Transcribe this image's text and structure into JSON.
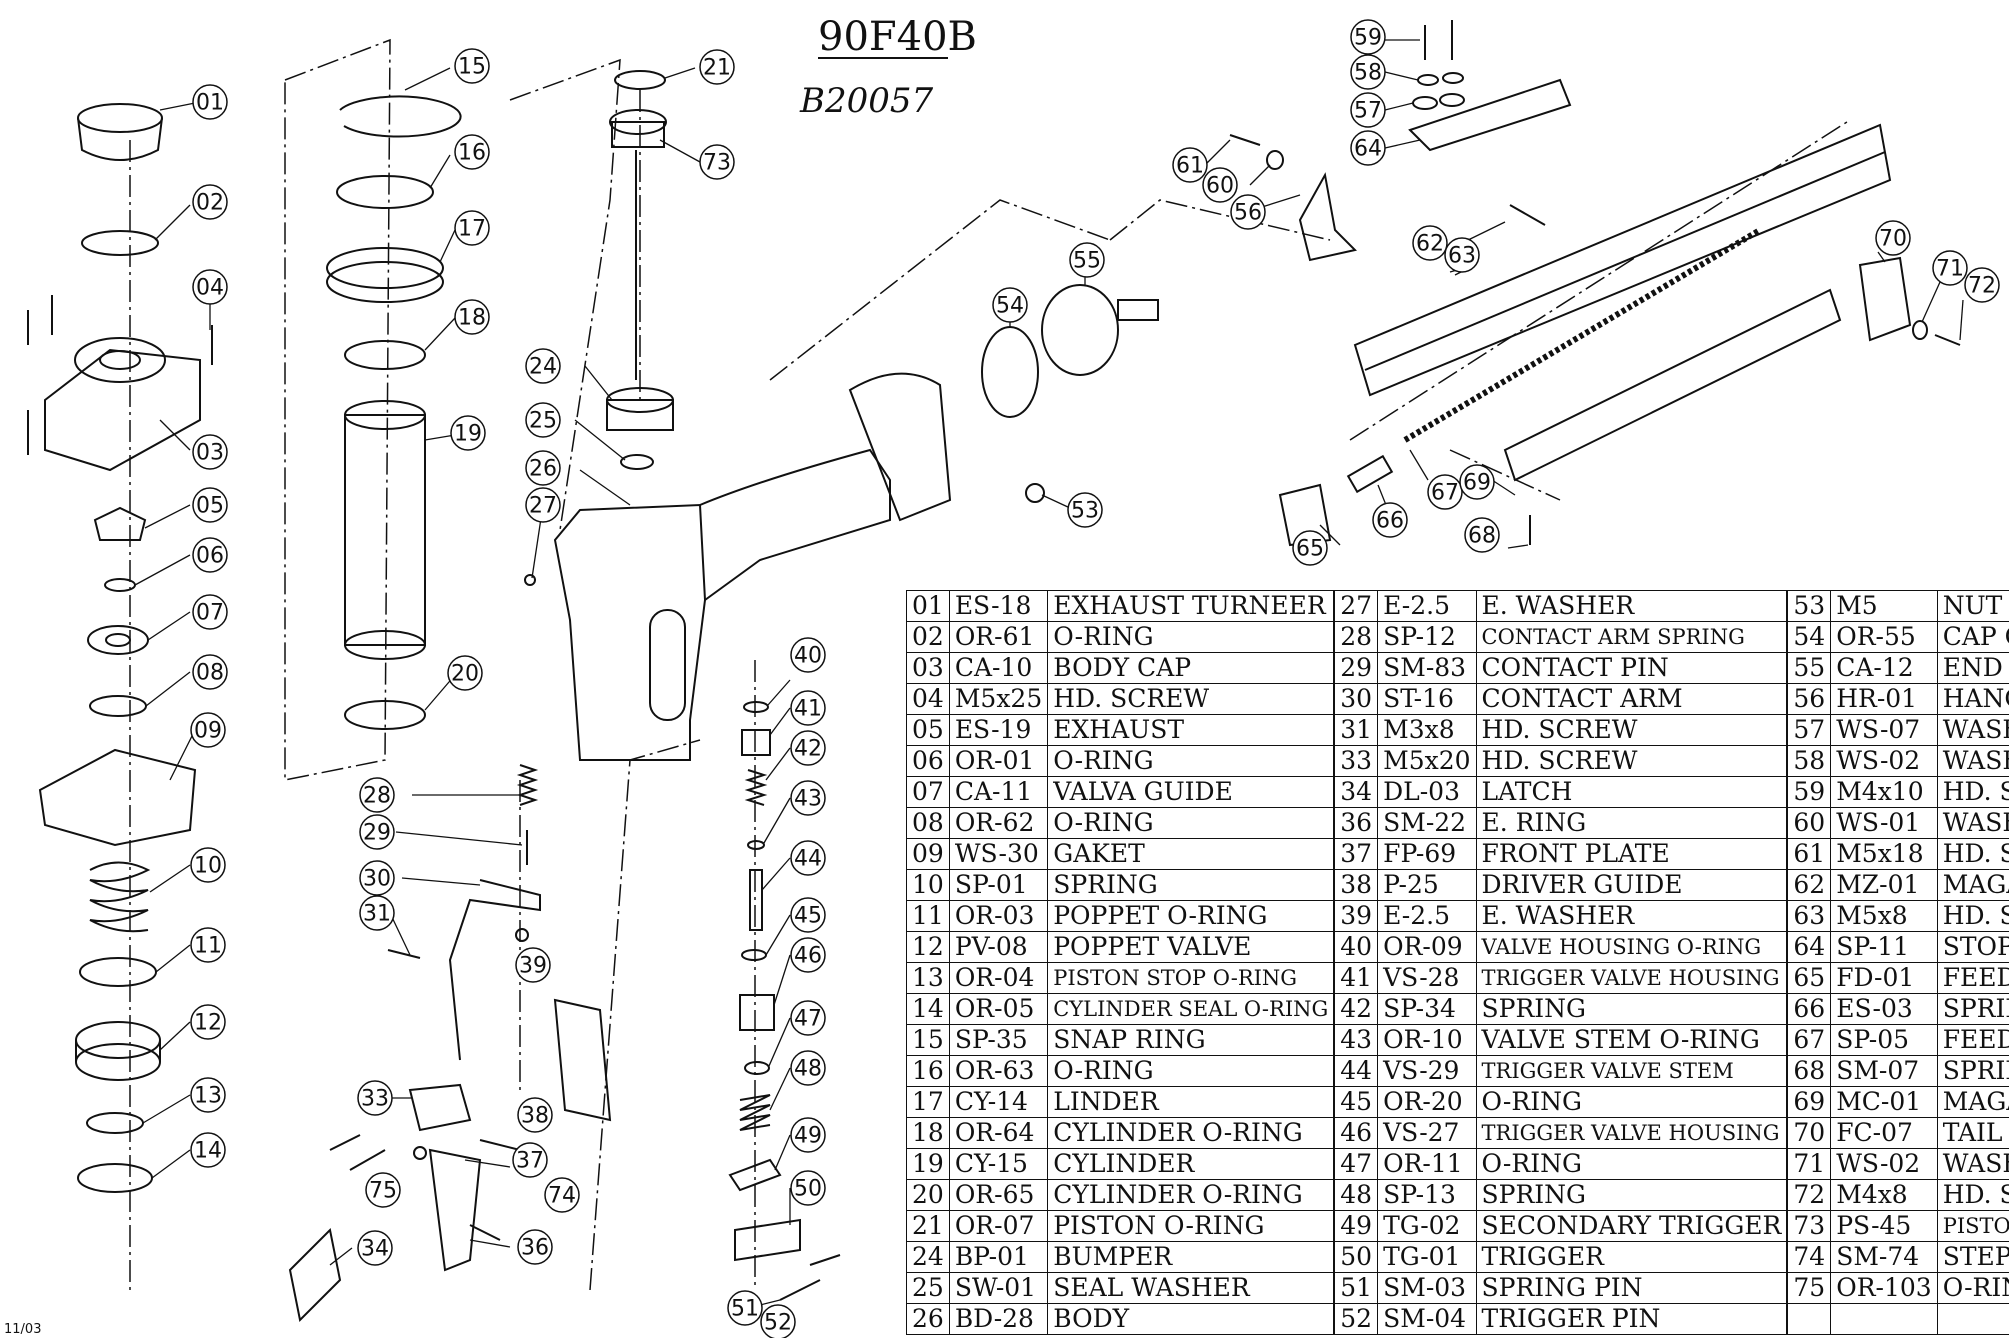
{
  "title": "90F40B",
  "handwritten_note": "B20057",
  "footer_date": "11/03",
  "callouts": [
    "01",
    "02",
    "03",
    "04",
    "05",
    "06",
    "07",
    "08",
    "09",
    "10",
    "11",
    "12",
    "13",
    "14",
    "15",
    "16",
    "17",
    "18",
    "19",
    "20",
    "21",
    "24",
    "25",
    "26",
    "27",
    "28",
    "29",
    "30",
    "31",
    "33",
    "34",
    "36",
    "37",
    "38",
    "39",
    "40",
    "41",
    "42",
    "43",
    "44",
    "45",
    "46",
    "47",
    "48",
    "49",
    "50",
    "51",
    "52",
    "53",
    "54",
    "55",
    "56",
    "57",
    "58",
    "59",
    "60",
    "61",
    "62",
    "63",
    "64",
    "65",
    "66",
    "67",
    "68",
    "69",
    "70",
    "71",
    "72",
    "73",
    "74",
    "75"
  ],
  "parts_table": {
    "rows": [
      [
        {
          "no": "01",
          "code": "ES-18",
          "name": "EXHAUST TURNEER"
        },
        {
          "no": "27",
          "code": "E-2.5",
          "name": "E. WASHER"
        },
        {
          "no": "53",
          "code": "M5",
          "name": "NUT"
        }
      ],
      [
        {
          "no": "02",
          "code": "OR-61",
          "name": "O-RING"
        },
        {
          "no": "28",
          "code": "SP-12",
          "name": "CONTACT ARM SPRING"
        },
        {
          "no": "54",
          "code": "OR-55",
          "name": "CAP O-RING"
        }
      ],
      [
        {
          "no": "03",
          "code": "CA-10",
          "name": "BODY CAP"
        },
        {
          "no": "29",
          "code": "SM-83",
          "name": "CONTACT PIN"
        },
        {
          "no": "55",
          "code": "CA-12",
          "name": "END CAP"
        }
      ],
      [
        {
          "no": "04",
          "code": "M5x25",
          "name": "HD. SCREW"
        },
        {
          "no": "30",
          "code": "ST-16",
          "name": "CONTACT ARM"
        },
        {
          "no": "56",
          "code": "HR-01",
          "name": "HANGER"
        }
      ],
      [
        {
          "no": "05",
          "code": "ES-19",
          "name": "EXHAUST"
        },
        {
          "no": "31",
          "code": "M3x8",
          "name": "HD. SCREW"
        },
        {
          "no": "57",
          "code": "WS-07",
          "name": "WASHER"
        }
      ],
      [
        {
          "no": "06",
          "code": "OR-01",
          "name": "O-RING"
        },
        {
          "no": "33",
          "code": "M5x20",
          "name": "HD. SCREW"
        },
        {
          "no": "58",
          "code": "WS-02",
          "name": "WASHER"
        }
      ],
      [
        {
          "no": "07",
          "code": "CA-11",
          "name": "VALVA GUIDE"
        },
        {
          "no": "34",
          "code": "DL-03",
          "name": "LATCH"
        },
        {
          "no": "59",
          "code": "M4x10",
          "name": "HD. SCREW"
        }
      ],
      [
        {
          "no": "08",
          "code": "OR-62",
          "name": "O-RING"
        },
        {
          "no": "36",
          "code": "SM-22",
          "name": "E. RING"
        },
        {
          "no": "60",
          "code": "WS-01",
          "name": "WASHER"
        }
      ],
      [
        {
          "no": "09",
          "code": "WS-30",
          "name": "GAKET"
        },
        {
          "no": "37",
          "code": "FP-69",
          "name": "FRONT PLATE"
        },
        {
          "no": "61",
          "code": "M5x18",
          "name": "HD. SCREW"
        }
      ],
      [
        {
          "no": "10",
          "code": "SP-01",
          "name": "SPRING"
        },
        {
          "no": "38",
          "code": "P-25",
          "name": "DRIVER GUIDE"
        },
        {
          "no": "62",
          "code": "MZ-01",
          "name": "MAGAZINE"
        }
      ],
      [
        {
          "no": "11",
          "code": "OR-03",
          "name": "POPPET O-RING"
        },
        {
          "no": "39",
          "code": "E-2.5",
          "name": "E. WASHER"
        },
        {
          "no": "63",
          "code": "M5x8",
          "name": "HD. SCREW"
        }
      ],
      [
        {
          "no": "12",
          "code": "PV-08",
          "name": "POPPET VALVE"
        },
        {
          "no": "40",
          "code": "OR-09",
          "name": "VALVE HOUSING O-RING"
        },
        {
          "no": "64",
          "code": "SP-11",
          "name": "STOPPER"
        }
      ],
      [
        {
          "no": "13",
          "code": "OR-04",
          "name": "PISTON STOP O-RING"
        },
        {
          "no": "41",
          "code": "VS-28",
          "name": "TRIGGER VALVE HOUSING"
        },
        {
          "no": "65",
          "code": "FD-01",
          "name": "FEEDER"
        }
      ],
      [
        {
          "no": "14",
          "code": "OR-05",
          "name": "CYLINDER SEAL O-RING"
        },
        {
          "no": "42",
          "code": "SP-34",
          "name": "SPRING"
        },
        {
          "no": "66",
          "code": "ES-03",
          "name": "SPRING STEM"
        }
      ],
      [
        {
          "no": "15",
          "code": "SP-35",
          "name": "SNAP RING"
        },
        {
          "no": "43",
          "code": "OR-10",
          "name": "VALVE STEM O-RING"
        },
        {
          "no": "67",
          "code": "SP-05",
          "name": "FEEDER SPRING"
        }
      ],
      [
        {
          "no": "16",
          "code": "OR-63",
          "name": "O-RING"
        },
        {
          "no": "44",
          "code": "VS-29",
          "name": "TRIGGER VALVE STEM"
        },
        {
          "no": "68",
          "code": "SM-07",
          "name": "SPRING PIN"
        }
      ],
      [
        {
          "no": "17",
          "code": "CY-14",
          "name": "LINDER"
        },
        {
          "no": "45",
          "code": "OR-20",
          "name": "O-RING"
        },
        {
          "no": "69",
          "code": "MC-01",
          "name": "MAGAZINE COVER"
        }
      ],
      [
        {
          "no": "18",
          "code": "OR-64",
          "name": "CYLINDER O-RING"
        },
        {
          "no": "46",
          "code": "VS-27",
          "name": "TRIGGER VALVE HOUSING"
        },
        {
          "no": "70",
          "code": "FC-07",
          "name": "TAIL COVER"
        }
      ],
      [
        {
          "no": "19",
          "code": "CY-15",
          "name": "CYLINDER"
        },
        {
          "no": "47",
          "code": "OR-11",
          "name": "O-RING"
        },
        {
          "no": "71",
          "code": "WS-02",
          "name": "WASHER"
        }
      ],
      [
        {
          "no": "20",
          "code": "OR-65",
          "name": "CYLINDER O-RING"
        },
        {
          "no": "48",
          "code": "SP-13",
          "name": "SPRING"
        },
        {
          "no": "72",
          "code": "M4x8",
          "name": "HD. SCREW"
        }
      ],
      [
        {
          "no": "21",
          "code": "OR-07",
          "name": "PISTON O-RING"
        },
        {
          "no": "49",
          "code": "TG-02",
          "name": "SECONDARY TRIGGER"
        },
        {
          "no": "73",
          "code": "PS-45",
          "name": "PISTON & DRIVER ASSEMBLY"
        }
      ],
      [
        {
          "no": "24",
          "code": "BP-01",
          "name": "BUMPER"
        },
        {
          "no": "50",
          "code": "TG-01",
          "name": "TRIGGER"
        },
        {
          "no": "74",
          "code": "SM-74",
          "name": "STEP PIN"
        }
      ],
      [
        {
          "no": "25",
          "code": "SW-01",
          "name": "SEAL WASHER"
        },
        {
          "no": "51",
          "code": "SM-03",
          "name": "SPRING PIN"
        },
        {
          "no": "75",
          "code": "OR-103",
          "name": "O-RING"
        }
      ],
      [
        {
          "no": "26",
          "code": "BD-28",
          "name": "BODY"
        },
        {
          "no": "52",
          "code": "SM-04",
          "name": "TRIGGER PIN"
        },
        {
          "no": "",
          "code": "",
          "name": ""
        }
      ]
    ]
  }
}
